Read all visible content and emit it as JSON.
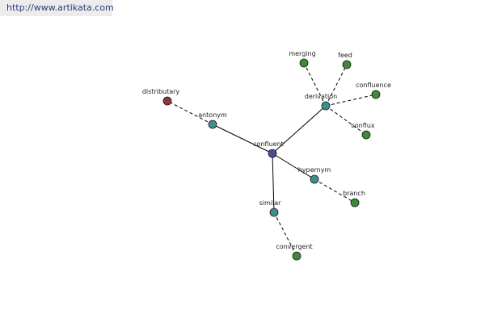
{
  "header": {
    "url_text": "http://www.artikata.com"
  },
  "colors": {
    "center": "#4a4d9a",
    "relation": "#3f8f8c",
    "leaf": "#3f8a3a",
    "antonym_leaf": "#8a3a3a"
  },
  "graph": {
    "nodes": [
      {
        "id": "confluent",
        "label": "confluent",
        "type": "center"
      },
      {
        "id": "antonym",
        "label": "antonym",
        "type": "relation"
      },
      {
        "id": "derivation",
        "label": "derivation",
        "type": "relation"
      },
      {
        "id": "hypernym",
        "label": "hypernym",
        "type": "relation"
      },
      {
        "id": "similar",
        "label": "similar",
        "type": "relation"
      },
      {
        "id": "distributary",
        "label": "distributary",
        "type": "antonym_leaf"
      },
      {
        "id": "merging",
        "label": "merging",
        "type": "leaf"
      },
      {
        "id": "feed",
        "label": "feed",
        "type": "leaf"
      },
      {
        "id": "confluence",
        "label": "confluence",
        "type": "leaf"
      },
      {
        "id": "conflux",
        "label": "conflux",
        "type": "leaf"
      },
      {
        "id": "branch",
        "label": "branch",
        "type": "leaf"
      },
      {
        "id": "convergent",
        "label": "convergent",
        "type": "leaf"
      }
    ],
    "edges": [
      {
        "from": "confluent",
        "to": "antonym",
        "style": "solid"
      },
      {
        "from": "confluent",
        "to": "derivation",
        "style": "solid"
      },
      {
        "from": "confluent",
        "to": "hypernym",
        "style": "solid"
      },
      {
        "from": "confluent",
        "to": "similar",
        "style": "solid"
      },
      {
        "from": "antonym",
        "to": "distributary",
        "style": "dashed"
      },
      {
        "from": "derivation",
        "to": "merging",
        "style": "dashed"
      },
      {
        "from": "derivation",
        "to": "feed",
        "style": "dashed"
      },
      {
        "from": "derivation",
        "to": "confluence",
        "style": "dashed"
      },
      {
        "from": "derivation",
        "to": "conflux",
        "style": "dashed"
      },
      {
        "from": "hypernym",
        "to": "branch",
        "style": "dashed"
      },
      {
        "from": "similar",
        "to": "convergent",
        "style": "dashed"
      }
    ]
  }
}
